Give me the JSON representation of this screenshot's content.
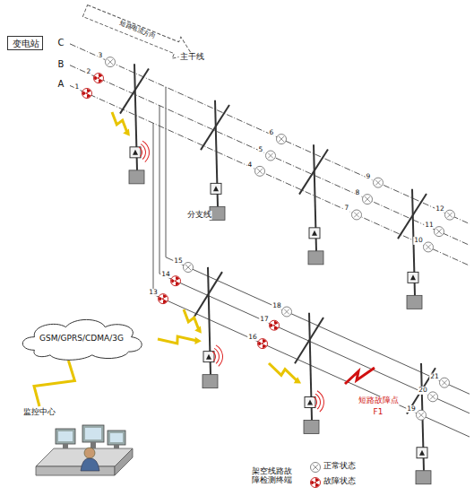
{
  "diagram": {
    "nodes": [
      {
        "text": [
          "变电站"
        ]
      },
      {
        "text": [
          "GSM/GPRS/CDMA/3G"
        ]
      },
      {
        "text": [
          "监控中心"
        ]
      }
    ],
    "edges": [
      {
        "from": 1,
        "to": 2,
        "arrow": "none"
      }
    ],
    "labels": [
      "C",
      "B",
      "A",
      "短路电流方向",
      "主干线",
      "分支线",
      "1",
      "2",
      "3",
      "4",
      "5",
      "6",
      "7",
      "8",
      "9",
      "10",
      "11",
      "12",
      "13",
      "14",
      "15",
      "16",
      "17",
      "18",
      "19",
      "20",
      "21",
      "短路故障点",
      "F1",
      "架空线路故障检测终端"
    ],
    "legend": [
      {
        "text": "正常状态"
      },
      {
        "text": "故障状态"
      }
    ]
  }
}
